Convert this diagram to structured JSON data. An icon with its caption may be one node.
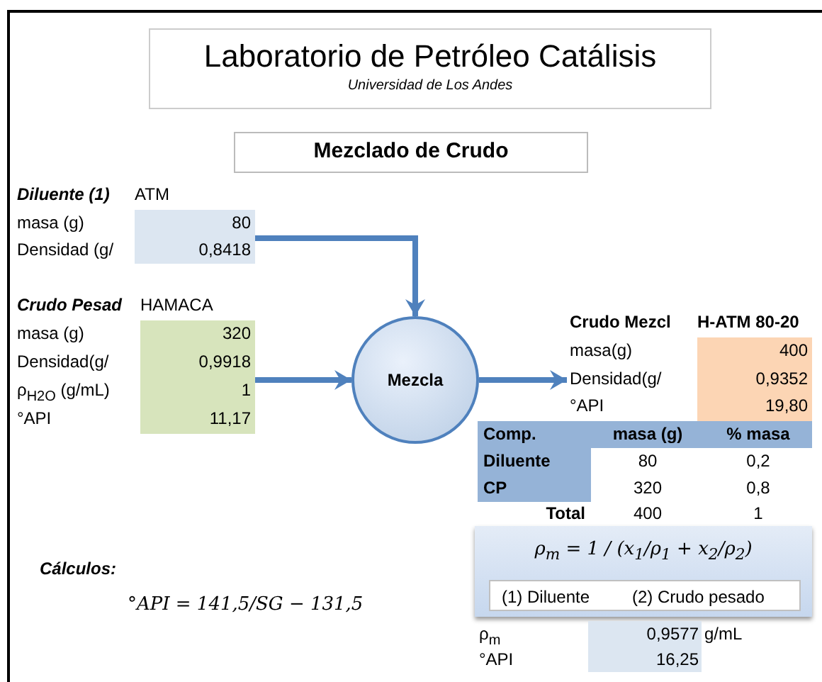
{
  "diagram": {
    "nodes": [
      {
        "text": [
          "Laboratorio de Petróleo Catálisis",
          "Universidad de Los Andes"
        ]
      },
      {
        "text": [
          "Mezclado de Crudo"
        ]
      },
      {
        "text": [
          "Diluente (1)",
          "ATM",
          "masa (g)",
          "80",
          "Densidad (g/",
          "0,8418"
        ]
      },
      {
        "text": [
          "Crudo Pesad",
          "HAMACA",
          "masa (g)",
          "320",
          "Densidad(g/",
          "0,9918",
          "ρ$_{H2O}$ (g/mL)",
          "1",
          "°API",
          "11,17"
        ]
      },
      {
        "text": [
          "Mezcla"
        ]
      },
      {
        "text": [
          "Crudo Mezcl",
          "H-ATM 80-20",
          "masa(g)",
          "400",
          "Densidad(g/",
          "0,9352",
          "°API",
          "19,80"
        ]
      },
      {
        "text": [
          "ρ$_{m}$ = 1 / (x$_{1}$/ρ$_{1}$ + x$_{2}$/ρ$_{2}$)"
        ]
      },
      {
        "text": [
          "(1) Diluente",
          "(2) Crudo pesado"
        ],
        "in": 6
      }
    ],
    "edges": [
      {
        "from": 2,
        "to": 4,
        "arrow": "to"
      },
      {
        "from": 3,
        "to": 4,
        "arrow": "to"
      },
      {
        "from": 4,
        "to": 5,
        "arrow": "to"
      }
    ],
    "labels": [
      "Comp.",
      "masa (g)",
      "% masa",
      "Diluente",
      "80",
      "0,2",
      "CP",
      "320",
      "0,8",
      "Total",
      "400",
      "1",
      "Cálculos:",
      "°API = 141,5/SG − 131,5",
      "ρ$_{m}$",
      "0,9577",
      "g/mL",
      "°API",
      "16,25"
    ]
  }
}
